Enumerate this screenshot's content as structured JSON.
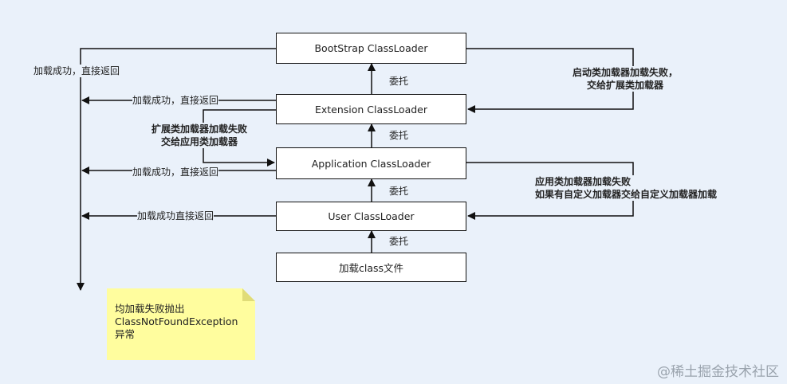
{
  "boxes": {
    "bootstrap": "BootStrap ClassLoader",
    "extension": "Extension ClassLoader",
    "application": "Application ClassLoader",
    "user": "User ClassLoader",
    "load_class": "加载class文件"
  },
  "delegate_label": "委托",
  "success_labels": {
    "bootstrap": "加载成功，直接返回",
    "extension": "加载成功，直接返回",
    "application": "加载成功，直接返回",
    "user": "加载成功直接返回"
  },
  "failure_labels": {
    "bootstrap_line1": "启动类加载器加载失败，",
    "bootstrap_line2": "交给扩展类加载器",
    "extension_line1": "扩展类加载器加载失败",
    "extension_line2": "交给应用类加载器",
    "application_line1": "应用类加载器加载失败",
    "application_line2": "如果有自定义加载器交给自定义加载器加载"
  },
  "note": {
    "line1": "均加载失败抛出",
    "line2": "ClassNotFoundException",
    "line3": "异常"
  },
  "watermark": "@稀土掘金技术社区"
}
